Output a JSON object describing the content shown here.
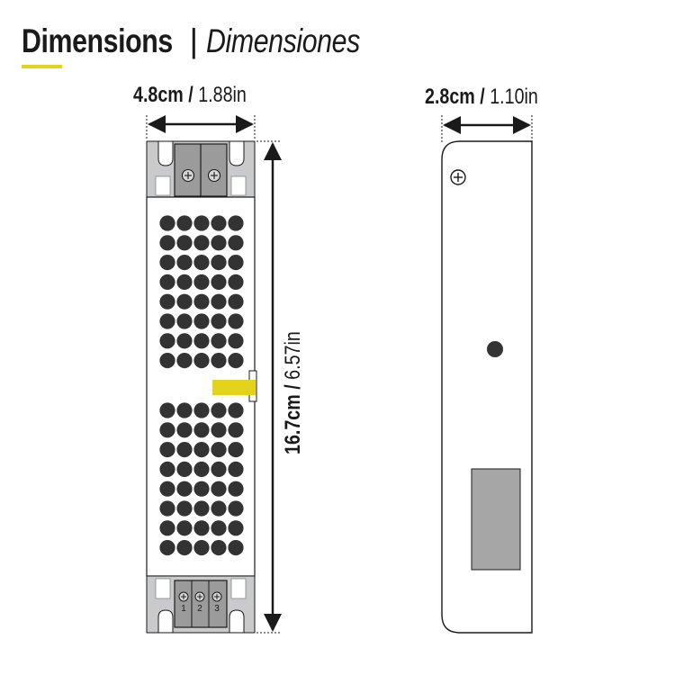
{
  "title": {
    "main": "Dimensions",
    "separator": "|",
    "secondary": "Dimensiones"
  },
  "dimensions": {
    "width": {
      "metric": "4.8cm /",
      "imperial": "1.88in"
    },
    "depth": {
      "metric": "2.8cm /",
      "imperial": "1.10in"
    },
    "height": {
      "metric": "16.7cm /",
      "imperial": "6.57in"
    }
  },
  "terminals": {
    "top_count": 2,
    "bottom_labels": [
      "1",
      "2",
      "3"
    ]
  },
  "vent_holes": {
    "upper_rows": 8,
    "lower_rows": 8,
    "columns": 5
  },
  "colors": {
    "accent": "#e2d31c",
    "outline": "#1a1a1a",
    "metal": "#c8cacb",
    "terminal": "#9b9b9b",
    "hole": "#333333",
    "label_area": "#a6a6a6"
  }
}
